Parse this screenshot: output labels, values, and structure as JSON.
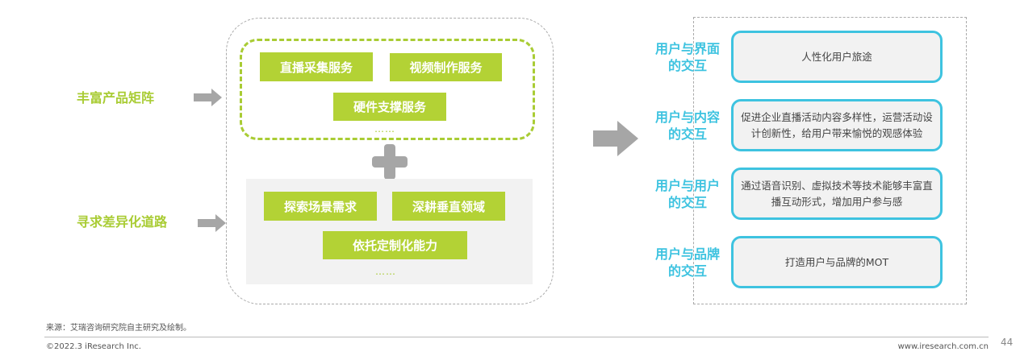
{
  "left": {
    "labels": [
      "丰富产品矩阵",
      "寻求差异化道路"
    ]
  },
  "products": {
    "items": [
      "直播采集服务",
      "视频制作服务",
      "硬件支撑服务"
    ],
    "more": "……"
  },
  "differentiation": {
    "items": [
      "探索场景需求",
      "深耕垂直领域",
      "依托定制化能力"
    ],
    "more": "……"
  },
  "interactions": [
    {
      "label": "用户与界面的交互",
      "desc": "人性化用户旅途"
    },
    {
      "label": "用户与内容的交互",
      "desc": "促进企业直播活动内容多样性，运营活动设计创新性，给用户带来愉悦的观感体验"
    },
    {
      "label": "用户与用户的交互",
      "desc": "通过语音识别、虚拟技术等技术能够丰富直播互动形式，增加用户参与感"
    },
    {
      "label": "用户与品牌的交互",
      "desc": "打造用户与品牌的MOT"
    }
  ],
  "footer": {
    "source": "来源：艾瑞咨询研究院自主研究及绘制。",
    "copyright": "©2022.3 iResearch Inc.",
    "url": "www.iresearch.com.cn",
    "page": "44"
  },
  "colors": {
    "green": "#b3d235",
    "cyan": "#3ec3e0",
    "gray": "#a6a6a6"
  }
}
